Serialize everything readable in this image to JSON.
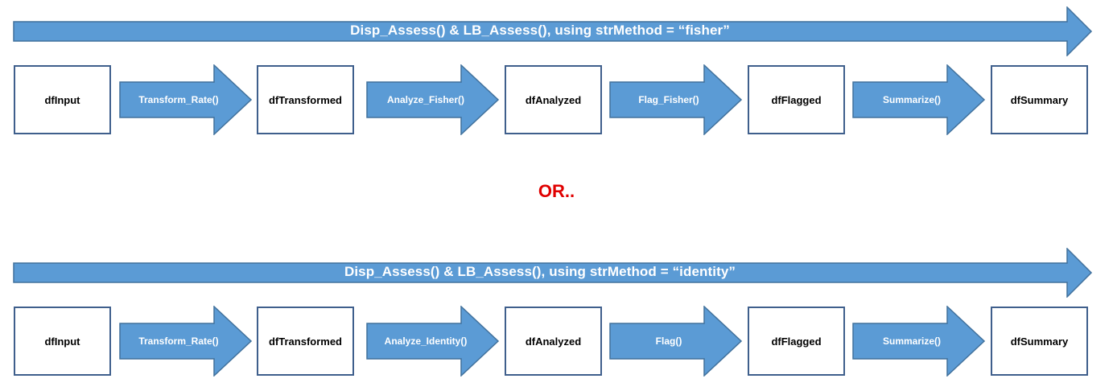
{
  "colors": {
    "arrow_fill": "#5b9bd5",
    "arrow_stroke": "#41719c",
    "box_border": "#3f5f8c",
    "separator": "#e00000"
  },
  "flows": [
    {
      "banner": "Disp_Assess() & LB_Assess(), using strMethod = “fisher”",
      "boxes": [
        "dfInput",
        "dfTransformed",
        "dfAnalyzed",
        "dfFlagged",
        "dfSummary"
      ],
      "steps": [
        "Transform_Rate()",
        "Analyze_Fisher()",
        "Flag_Fisher()",
        "Summarize()"
      ]
    },
    {
      "banner": "Disp_Assess() & LB_Assess(), using strMethod = “identity”",
      "boxes": [
        "dfInput",
        "dfTransformed",
        "dfAnalyzed",
        "dfFlagged",
        "dfSummary"
      ],
      "steps": [
        "Transform_Rate()",
        "Analyze_Identity()",
        "Flag()",
        "Summarize()"
      ]
    }
  ],
  "separator": "OR.."
}
